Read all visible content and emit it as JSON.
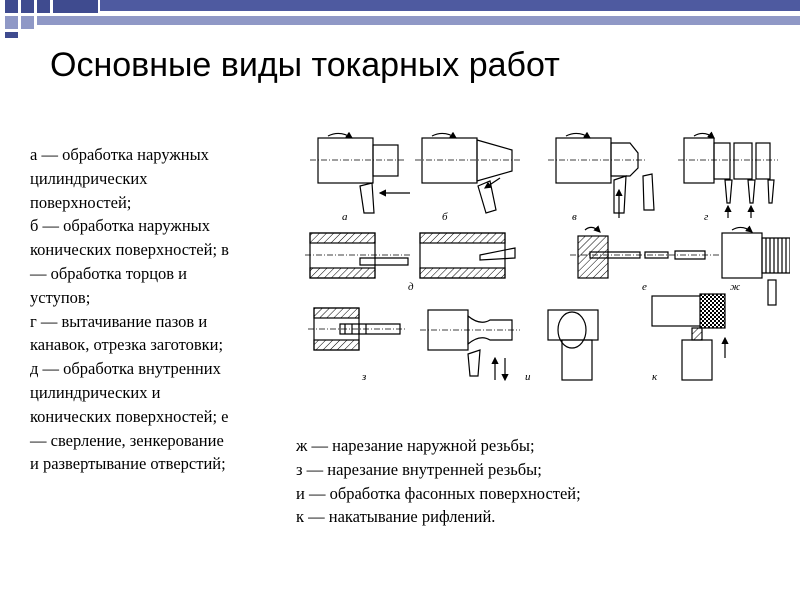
{
  "title": "Основные виды токарных работ",
  "left_lines": [
    "а — обработка наружных",
    "цилиндрических",
    "поверхностей;",
    "б — обработка наружных",
    "конических поверхностей; в",
    "— обработка торцов и",
    "уступов;",
    "г — вытачивание пазов и",
    "канавок, отрезка заготовки;",
    " д — обработка внутренних",
    "цилиндрических и",
    "конических поверхностей; е",
    "— сверление, зенкерование",
    "и развертывание отверстий;"
  ],
  "bottom_lines": [
    "ж — нарезание наружной резьбы;",
    "з — нарезание внутренней резьбы;",
    "и — обработка фасонных поверхностей;",
    "к — накатывание рифлений."
  ],
  "figure_labels": {
    "a": "а",
    "b": "б",
    "v": "в",
    "g": "г",
    "d": "д",
    "e": "е",
    "zh": "ж",
    "z": "з",
    "i": "и",
    "k": "к"
  },
  "colors": {
    "accent_dark": "#3f4b8f",
    "accent_light": "#8f98c6",
    "text": "#000000"
  }
}
